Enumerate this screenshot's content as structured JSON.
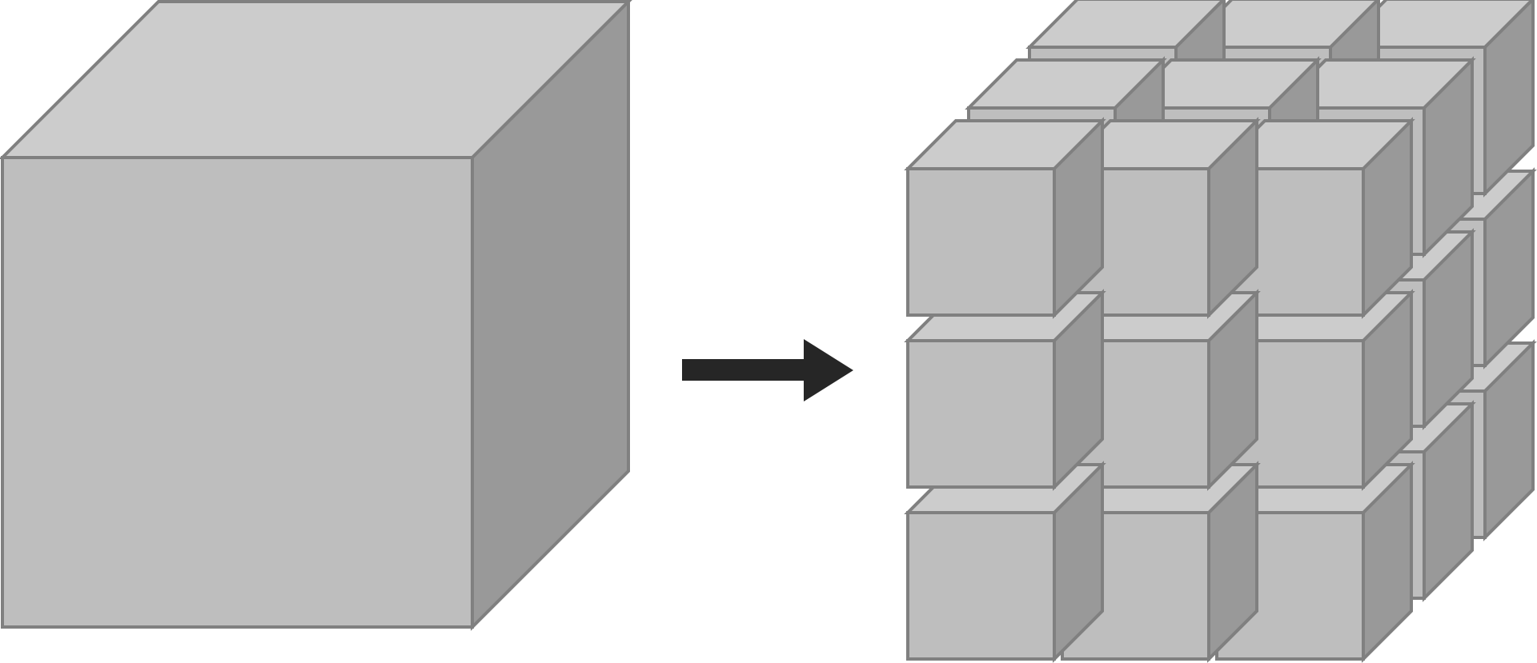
{
  "diagram": {
    "description_text": "",
    "colors": {
      "background": "#ffffff",
      "cube_front": "#bebebe",
      "cube_top": "#cccccc",
      "cube_side": "#999999",
      "cube_edge": "#808080",
      "arrow": "#262626"
    },
    "nodes": [
      {
        "id": "whole-cube",
        "kind": "cube",
        "icon": "large-solid-cube-icon"
      },
      {
        "id": "split-cubes",
        "kind": "cube-grid",
        "grid": [
          3,
          3,
          3
        ],
        "icon": "subdivided-cube-icon"
      }
    ],
    "edges": [
      {
        "from": "whole-cube",
        "to": "split-cubes",
        "icon": "right-arrow-icon"
      }
    ]
  }
}
